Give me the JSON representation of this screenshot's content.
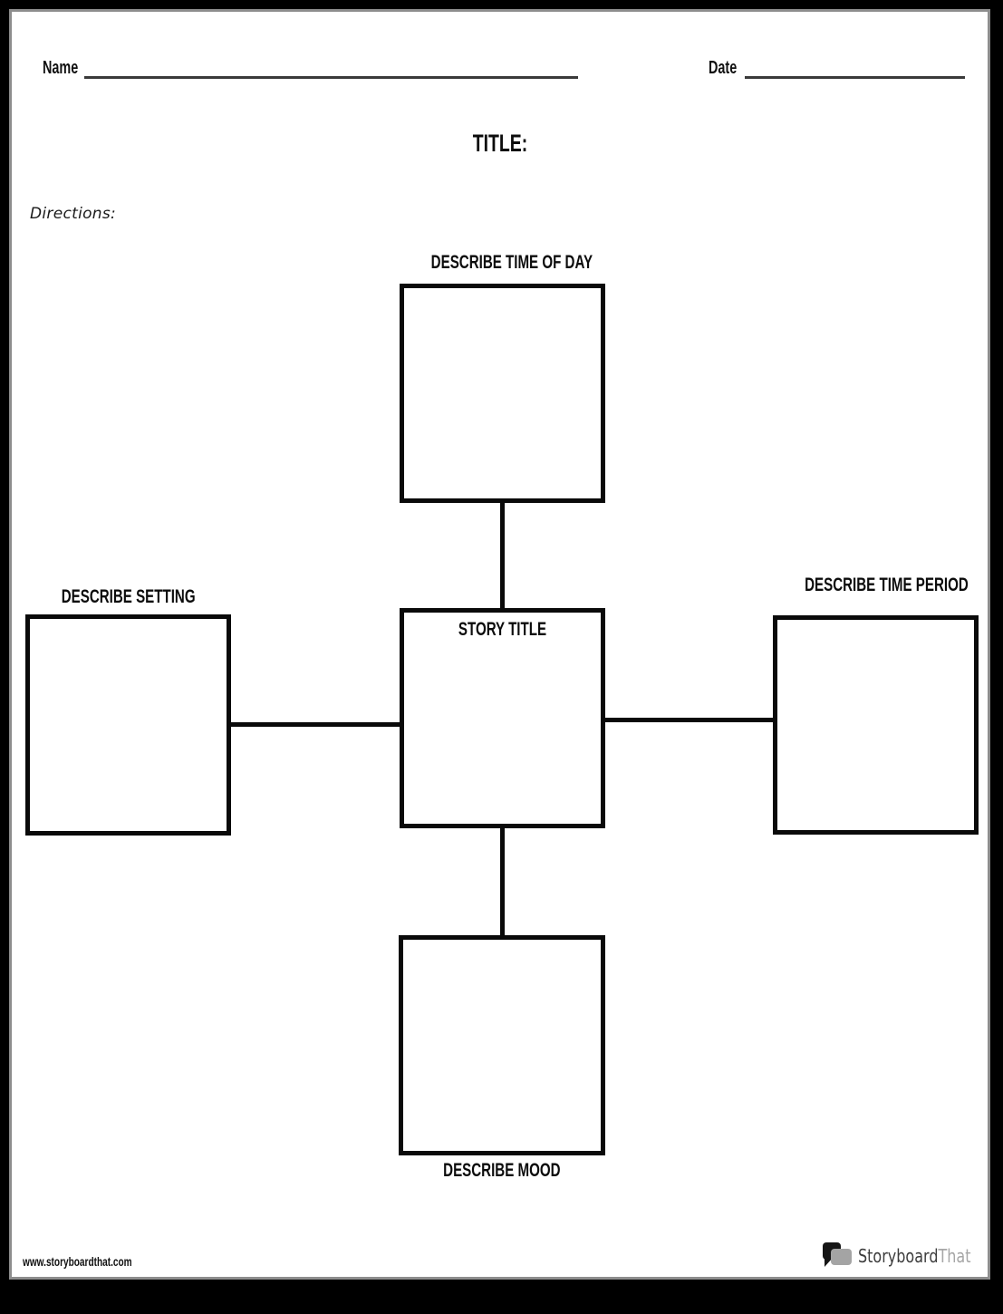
{
  "header": {
    "name_label": "Name",
    "date_label": "Date",
    "title_label": "TITLE:",
    "directions_label": "Directions:"
  },
  "diagram": {
    "center_label": "STORY TITLE",
    "top_label": "DESCRIBE TIME OF DAY",
    "left_label": "DESCRIBE SETTING",
    "right_label": "DESCRIBE TIME PERIOD",
    "bottom_label": "DESCRIBE MOOD"
  },
  "footer": {
    "website_url": "www.storyboardthat.com",
    "logo": {
      "primary": "Storyboard",
      "secondary": "That"
    }
  },
  "colors": {
    "frame": "#000000",
    "page_background": "#ffffff",
    "page_edge": "#8d8d8d",
    "text": "#111111",
    "rule_line": "#3a3a3a",
    "box_border": "#0a0a0a",
    "logo_primary": "#3d3d3d",
    "logo_secondary": "#a6a6a6",
    "logo_bubble_dark": "#151515",
    "logo_bubble_light": "#a4a4a4"
  }
}
